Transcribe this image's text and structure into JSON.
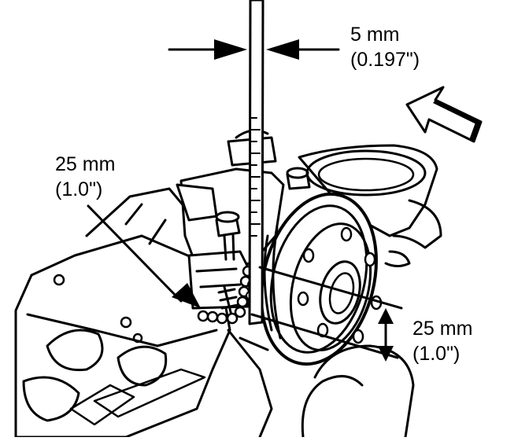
{
  "callouts": {
    "top_gap": {
      "metric": "5 mm",
      "imperial": "(0.197\")"
    },
    "left_offset": {
      "metric": "25 mm",
      "imperial": "(1.0\")"
    },
    "right_offset": {
      "metric": "25 mm",
      "imperial": "(1.0\")"
    }
  },
  "colors": {
    "ink": "#000000",
    "paper": "#ffffff"
  },
  "icons": {
    "direction": "view-direction-arrow-icon"
  }
}
